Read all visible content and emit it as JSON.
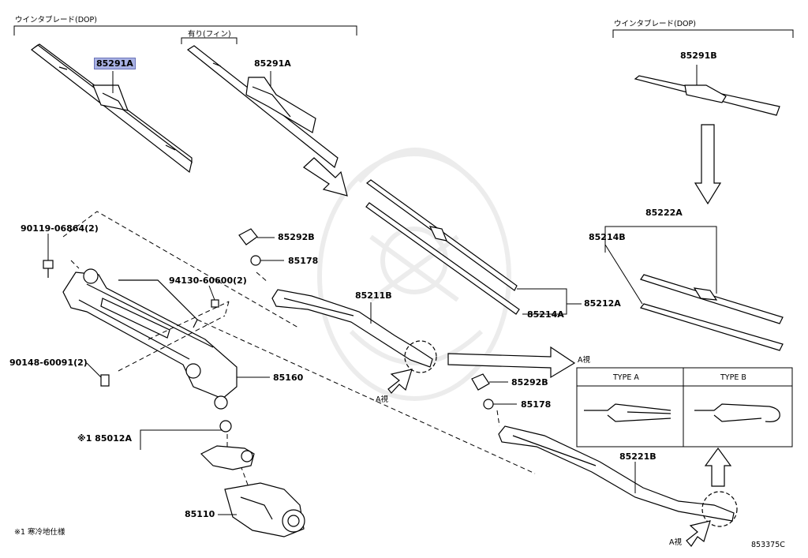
{
  "header_left": "ウインタブレード(DOP)",
  "header_left_sub": "有り(フィン)",
  "header_right": "ウインタブレード(DOP)",
  "parts": {
    "p85291A_left": "85291A",
    "p85291A_mid": "85291A",
    "p85291B": "85291B",
    "p90119": "90119-06864(2)",
    "p85292B_top": "85292B",
    "p85178_top": "85178",
    "p94130": "94130-60600(2)",
    "p85211B": "85211B",
    "p85212A": "85212A",
    "p85214A": "85214A",
    "p90148": "90148-60091(2)",
    "p85160": "85160",
    "p85012A": "※1 85012A",
    "p85110": "85110",
    "p85222A": "85222A",
    "p85214B": "85214B",
    "p85292B_bot": "85292B",
    "p85178_bot": "85178",
    "p85221B": "85221B"
  },
  "view_a_top": "A視",
  "view_a_left": "A視",
  "view_a_right": "A視",
  "type_a": "TYPE A",
  "type_b": "TYPE B",
  "footnote": "※1 寒冷地仕様",
  "diagram_code": "853375C"
}
